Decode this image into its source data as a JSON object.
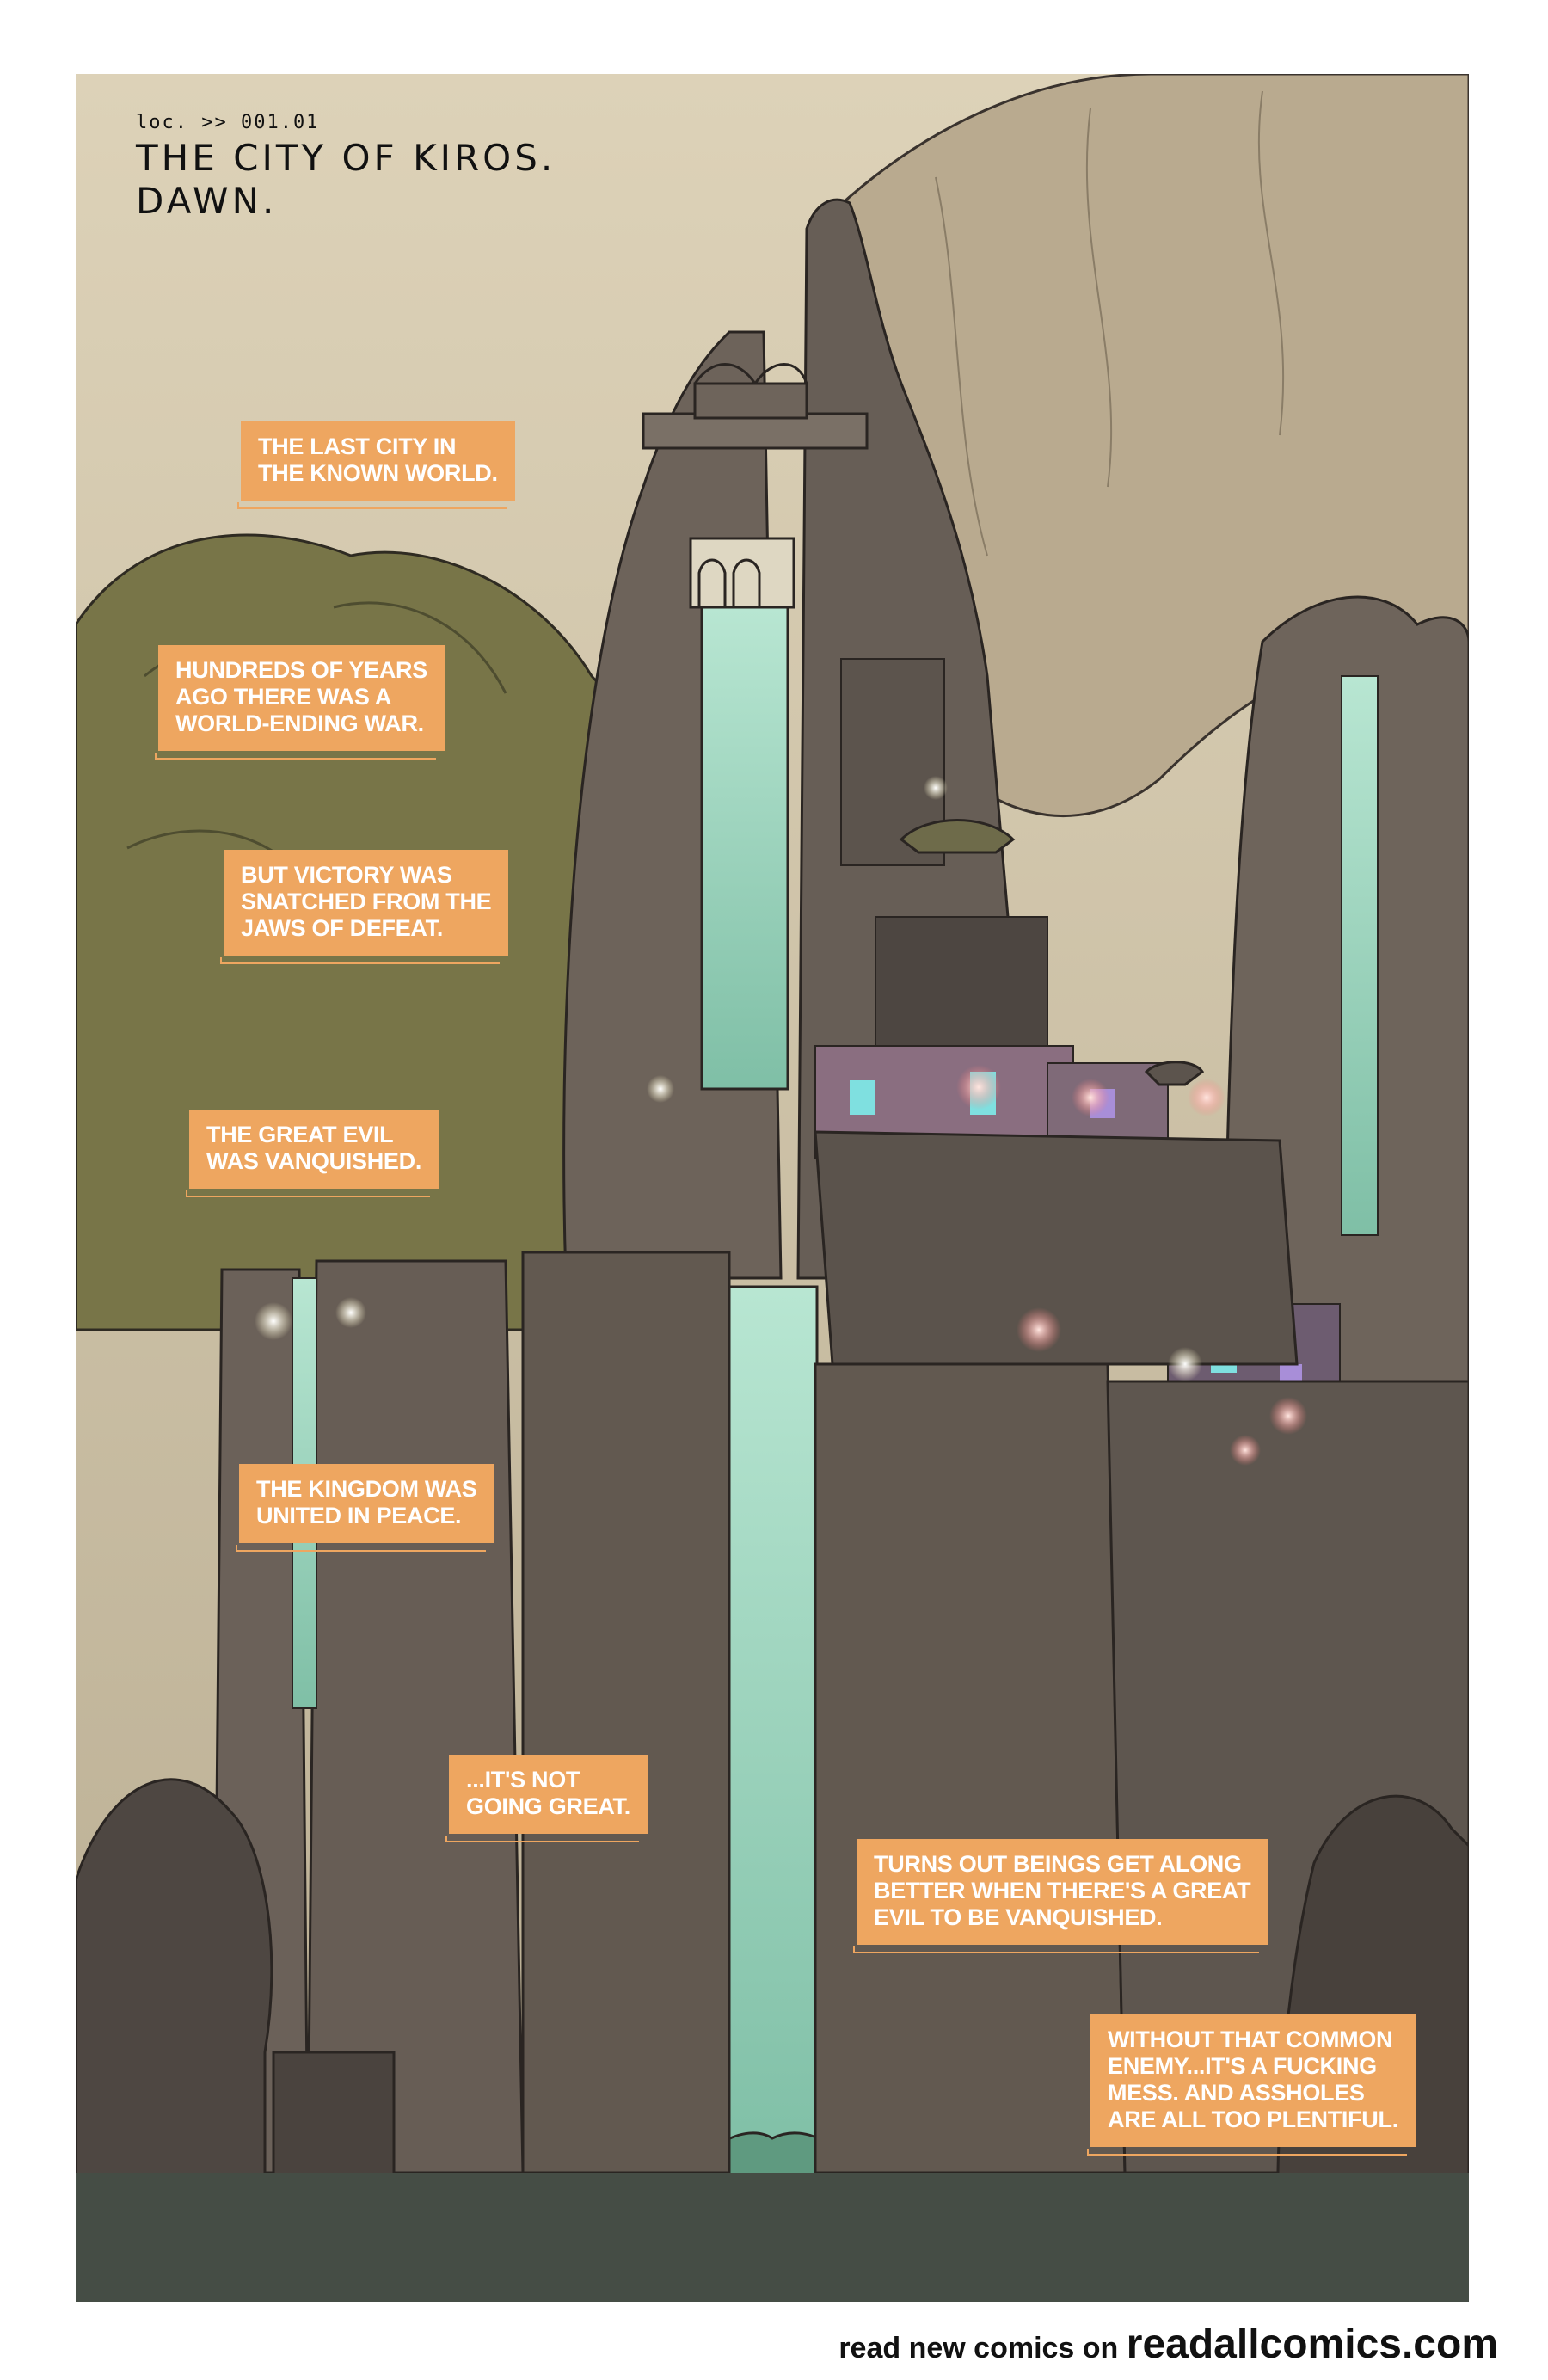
{
  "location": {
    "code": "loc. >> 001.01",
    "title": "THE CITY OF KIROS.\nDAWN."
  },
  "captions": [
    "THE LAST CITY IN\nTHE KNOWN WORLD.",
    "HUNDREDS OF YEARS\nAGO THERE WAS A\nWORLD-ENDING WAR.",
    "BUT VICTORY WAS\nSNATCHED FROM THE\nJAWS OF DEFEAT.",
    "THE GREAT EVIL\nWAS VANQUISHED.",
    "THE KINGDOM WAS\nUNITED IN PEACE.",
    "...IT'S NOT\nGOING GREAT.",
    "TURNS OUT BEINGS GET ALONG\nBETTER WHEN THERE'S A GREAT\nEVIL TO BE VANQUISHED.",
    "WITHOUT THAT COMMON\nENEMY...IT'S A FUCKING\nMESS. AND ASSHOLES\nARE ALL TOO PLENTIFUL."
  ],
  "footer": {
    "lead": "read new comics on ",
    "site": "readallcomics.com"
  },
  "colors": {
    "sky": "#cfc3a8",
    "mountain": "#b7a98f",
    "rock": "#6b6159",
    "rock_dark": "#4f4843",
    "foliage": "#7a7a4a",
    "waterfall": "#9fd6bf",
    "caption_bg": "#eea660",
    "city_glow": "#f2a0a8"
  }
}
